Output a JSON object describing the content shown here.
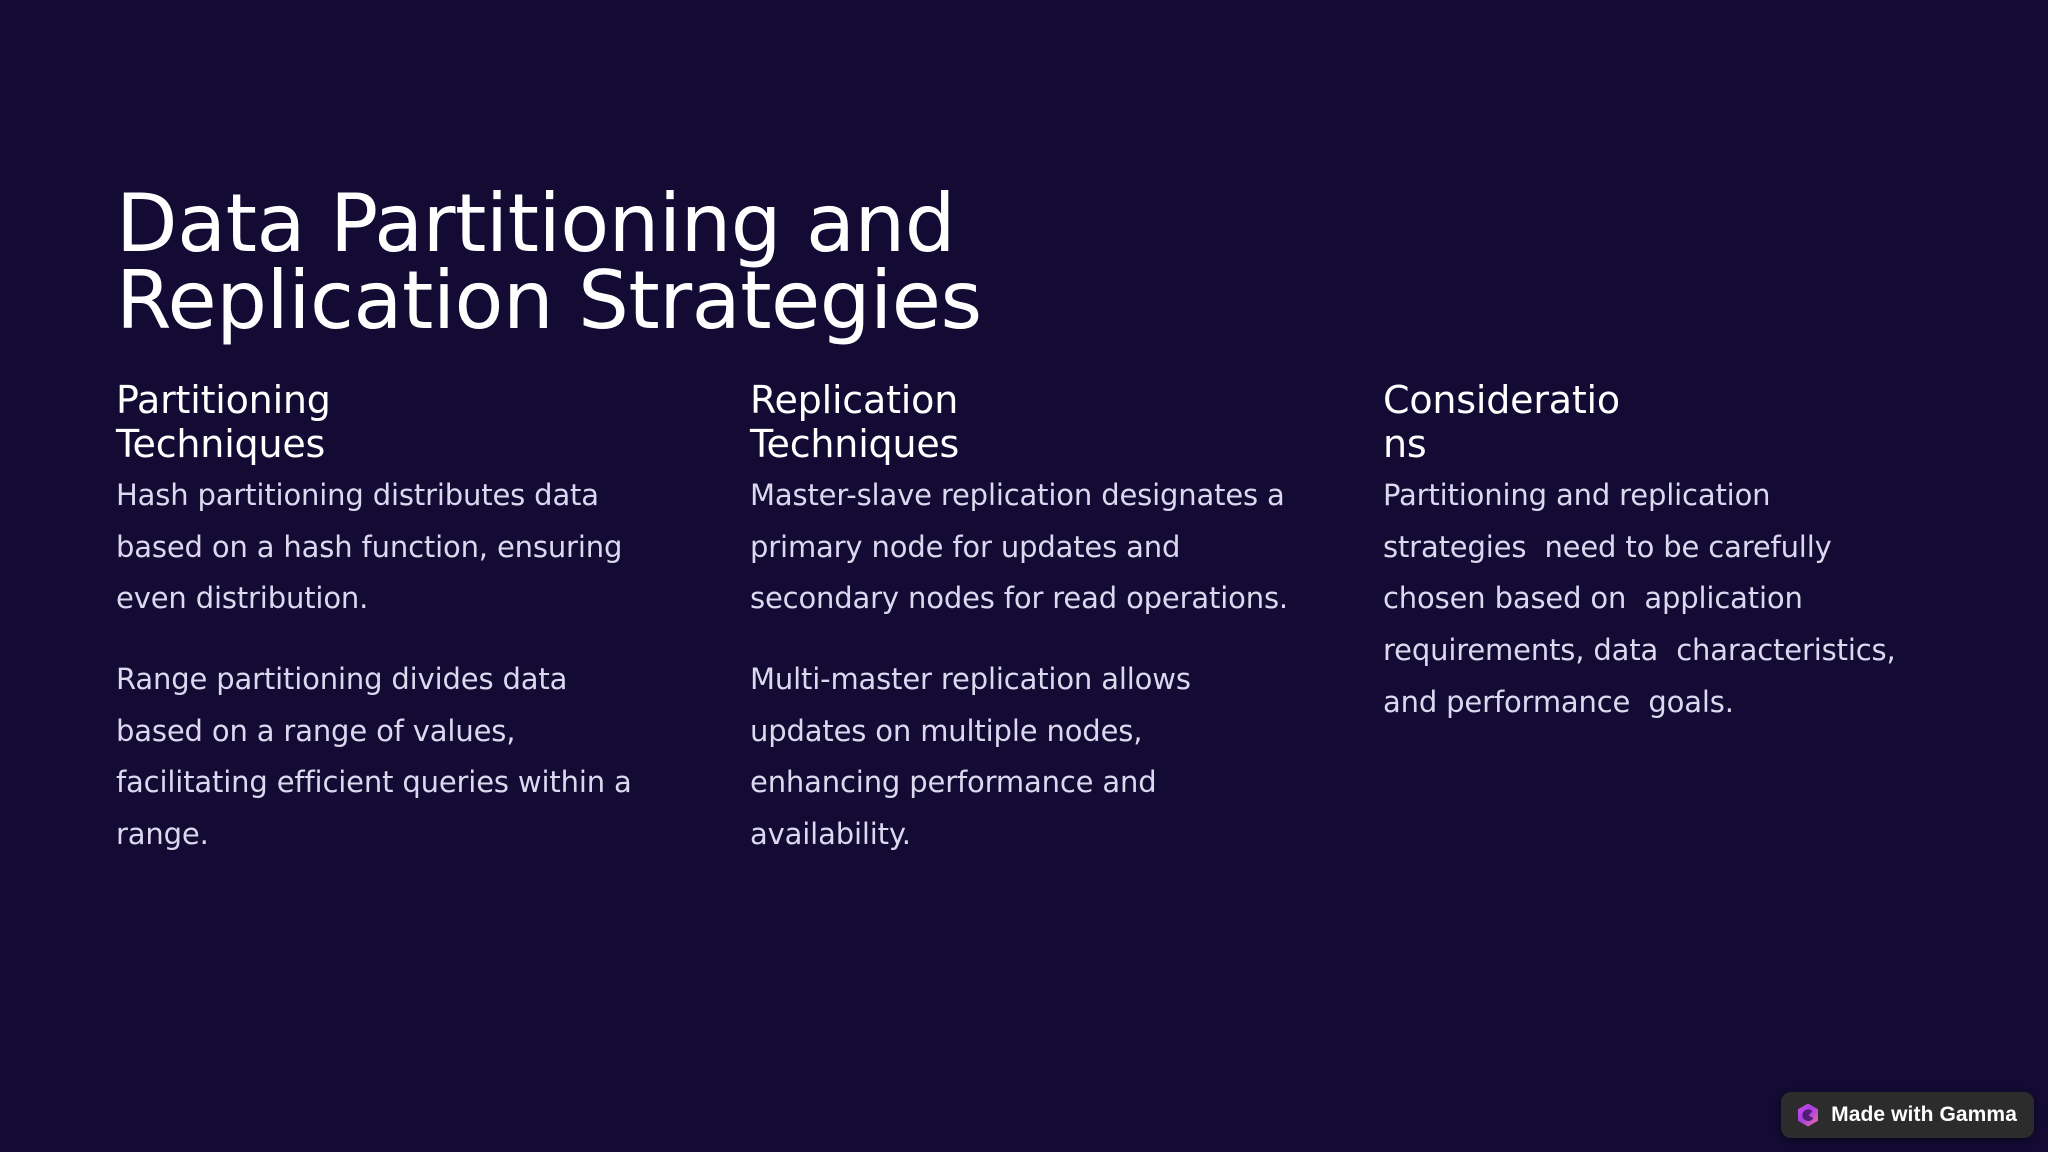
{
  "slide": {
    "background_color": "#130B33",
    "title": "Data Partitioning and Replication Strategies",
    "title_color": "#FFFFFF",
    "body_color": "#DCD8F0",
    "columns": [
      {
        "heading": "Partitioning Techniques",
        "paragraphs": [
          "Hash partitioning distributes data  based on a hash function, ensuring  even distribution.",
          "Range partitioning divides data based on a range of values, facilitating efficient queries within a  range."
        ]
      },
      {
        "heading": "Replication Techniques",
        "paragraphs": [
          "Master-slave replication designates a  primary node for updates and secondary nodes for read operations.",
          "Multi-master replication allows  updates on multiple nodes,  enhancing performance and availability."
        ]
      },
      {
        "heading": "Considerations",
        "paragraphs": [
          "Partitioning and replication strategies  need to be carefully chosen based on  application requirements, data  characteristics, and performance  goals."
        ]
      }
    ]
  },
  "badge": {
    "label": "Made with Gamma",
    "icon": "gamma-logo-icon",
    "background_color": "#2C2C2C",
    "text_color": "#FFFFFF",
    "logo_colors": [
      "#C74BE8",
      "#F06EA0",
      "#7B3FE4"
    ]
  }
}
